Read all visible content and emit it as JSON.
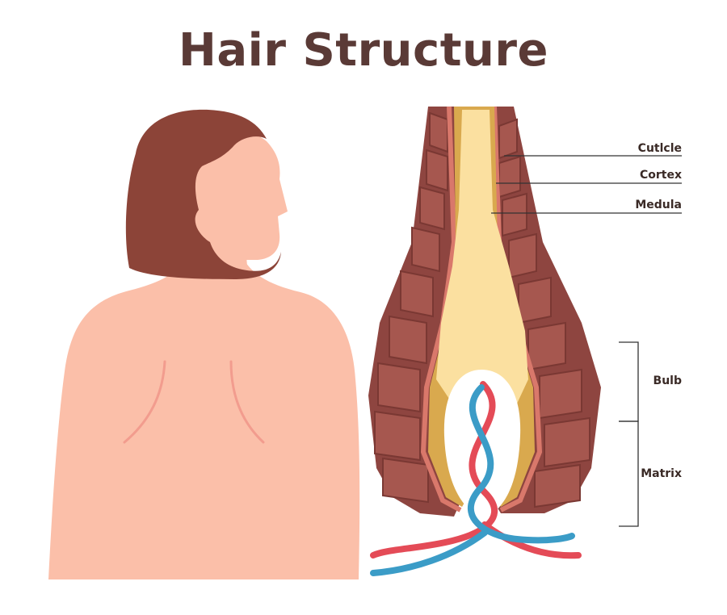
{
  "title": "Hair Structure",
  "labels": {
    "cuticle": "Cutlcle",
    "cortex": "Cortex",
    "medula": "Medula",
    "bulb": "Bulb",
    "matrix": "Matrix"
  },
  "colors": {
    "title_text": "#5a3a36",
    "label_text": "#3a2a26",
    "skin": "#fbbfa9",
    "skin_line": "#f29c8e",
    "hair": "#8c4438",
    "follicle_outer": "#8e4540",
    "follicle_scale": "#a6574f",
    "follicle_inner_line": "#d9786b",
    "cortex": "#d9a94e",
    "medulla": "#fbe0a0",
    "papilla": "#ffffff",
    "vessel_red": "#e44b57",
    "vessel_blue": "#3b9cc7",
    "leader_line": "#333333"
  }
}
